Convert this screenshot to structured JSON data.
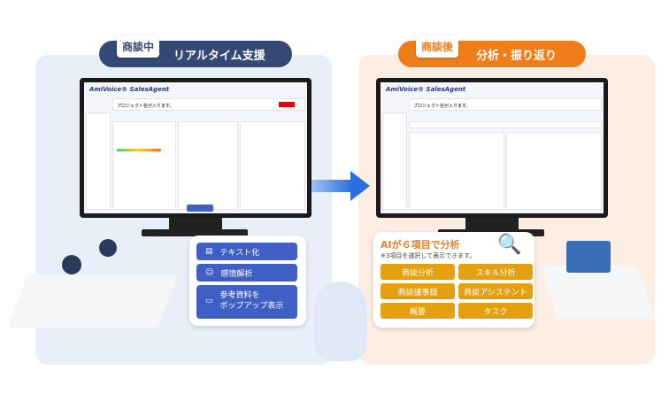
{
  "left": {
    "tag": "商談中",
    "title": "リアルタイム支援",
    "features": [
      "テキスト化",
      "感情解析",
      "参考資料を\nポップアップ表示"
    ]
  },
  "right": {
    "tag": "商談後",
    "title": "分析・振り返り",
    "heading": "AIが６項目で分析",
    "note": "※3項目を選択して表示できます。",
    "items": [
      "商談分析",
      "スキル分析",
      "商談議事録",
      "商談アシステント",
      "概要",
      "タスク"
    ]
  },
  "app": {
    "logo": "AmiVoice® SalesAgent",
    "project": "プロジェクト名が入ります。"
  },
  "colors": {
    "navy": "#344a75",
    "orange": "#ef7d1a",
    "blue": "#3f5fc4",
    "gold": "#e5a00f"
  }
}
